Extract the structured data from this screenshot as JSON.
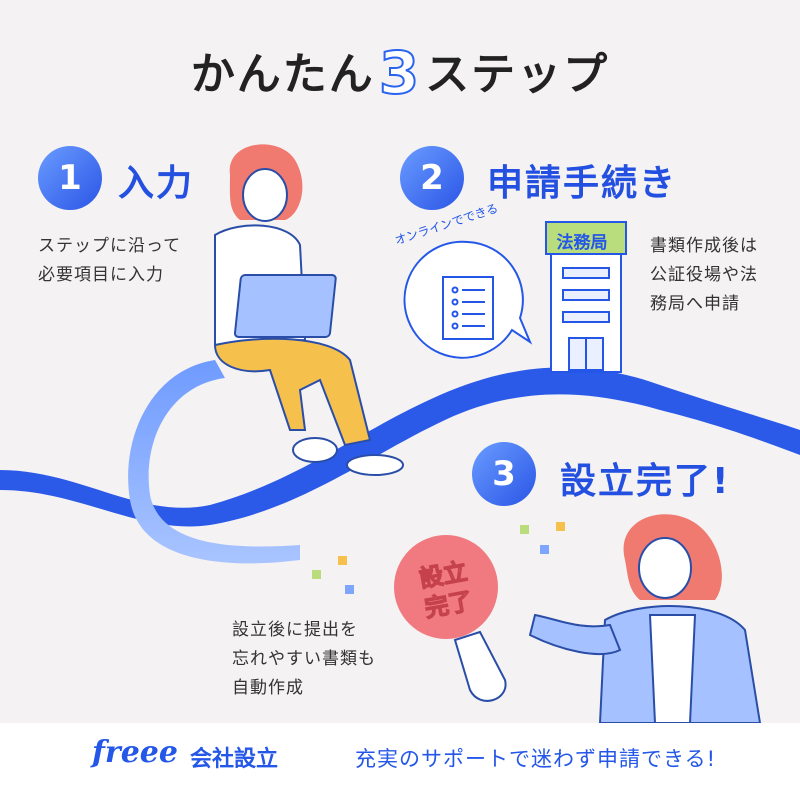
{
  "title": {
    "prefix": "かんたん",
    "number": "3",
    "suffix": "ステップ"
  },
  "steps": [
    {
      "number": "1",
      "label": "入力",
      "desc_lines": [
        "ステップに沿って",
        "必要項目に入力"
      ]
    },
    {
      "number": "2",
      "label": "申請手続き",
      "desc_lines": [
        "書類作成後は",
        "公証役場や法",
        "務局へ申請"
      ],
      "online_note": "オンラインでできる",
      "office_sign": "法務局"
    },
    {
      "number": "3",
      "label": "設立完了!",
      "desc_lines": [
        "設立後に提出を",
        "忘れやすい書類も",
        "自動作成"
      ],
      "stamp_lines": [
        "設立",
        "完了"
      ]
    }
  ],
  "footer": {
    "logo": "freee",
    "product": "会社設立",
    "tagline": "充実のサポートで迷わず申請できる!"
  },
  "colors": {
    "brand_blue": "#2457e8",
    "background": "#f4f2f3",
    "stamp_pink": "#f07a7f",
    "sign_green": "#b9dc7c"
  }
}
